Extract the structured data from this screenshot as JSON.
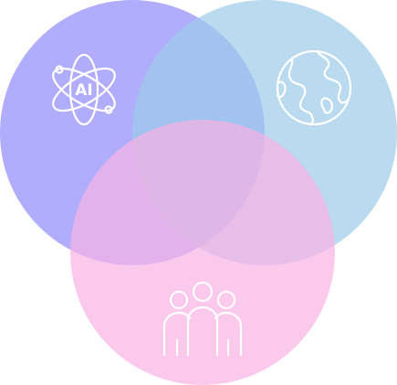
{
  "diagram": {
    "type": "venn",
    "circles": [
      {
        "id": "ai",
        "color": "#8f8cfb",
        "icon": "ai-atom-icon"
      },
      {
        "id": "world",
        "color": "#9ccbea",
        "icon": "globe-icon"
      },
      {
        "id": "people",
        "color": "#f9b2e4",
        "icon": "people-group-icon"
      }
    ],
    "ai_icon_text": "AI"
  }
}
